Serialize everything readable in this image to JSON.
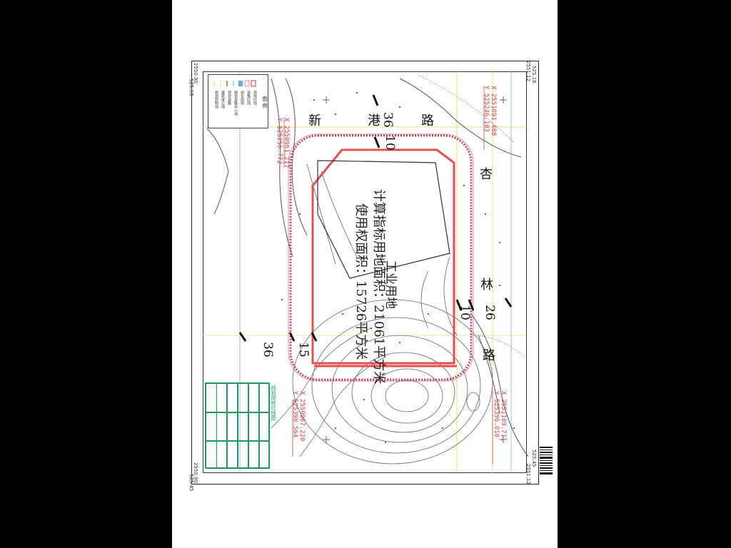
{
  "frame_coords": {
    "top_left_x": "2550.90",
    "top_left_y": "525.18",
    "top_right_x": "2551.12",
    "top_right_y": "525.18",
    "bottom_left_x": "2550.90",
    "bottom_left_y": "525.45",
    "bottom_right_x": "2551.12",
    "bottom_right_y": "525.45"
  },
  "roads": {
    "top_road_chars": [
      "新",
      "港",
      "路"
    ],
    "right_road_chars": [
      "杏",
      "林",
      "路"
    ]
  },
  "dimensions": {
    "top_36": "36",
    "top_10": "10",
    "right_10": "10",
    "right_26": "26",
    "left_15": "15",
    "left_36": "36"
  },
  "parcel": {
    "use_label": "工业用地",
    "calc_area_label": "计算指标用地面积：21061平方米",
    "right_area_label": "使用权面积：15726平方米"
  },
  "coordinates": {
    "top_right_x": "X 2551091.488",
    "top_right_y": "Y 525246.103",
    "top_left_x": "X 2550961.217",
    "top_left_y": "Y 525256.772",
    "bottom_left_x": "X 2550967.220",
    "bottom_left_y": "Y 525398.564",
    "bottom_right_x": "X 2551109.711",
    "bottom_right_y": "Y 525396.010"
  },
  "legend": {
    "title": "图 例",
    "rows": [
      "用地红线",
      "道路红线",
      "绿化用地",
      "规划道路中心线",
      "现状道路",
      "建筑退让线",
      "规划控制线"
    ]
  },
  "table": {
    "title": "规划用地红线图"
  },
  "colors": {
    "parcel_red": "#e05050",
    "dotted_red": "#c04060",
    "contour": "#666666",
    "grid_yellow": "#e6d060",
    "grid_blue": "#6fa8dc",
    "table_green": "#1c9a5a"
  }
}
